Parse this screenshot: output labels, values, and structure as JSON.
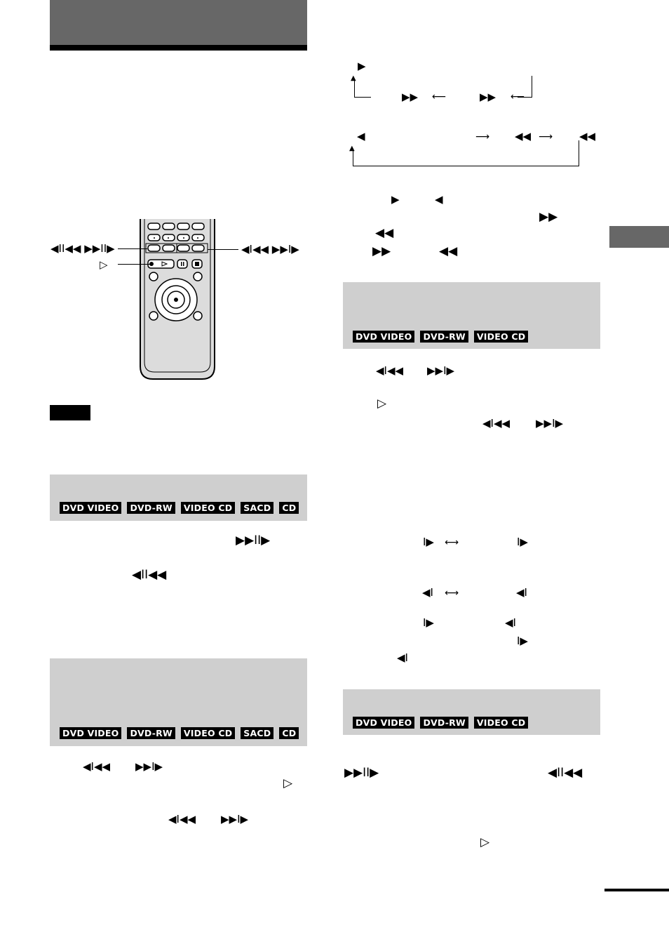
{
  "badges": {
    "box_play_speed": [
      "DVD VIDEO",
      "DVD-RW",
      "VIDEO CD",
      "SACD",
      "CD"
    ],
    "box_replay": [
      "DVD VIDEO",
      "DVD-RW",
      "VIDEO CD",
      "SACD",
      "CD"
    ],
    "box_slow": [
      "DVD VIDEO",
      "DVD-RW",
      "VIDEO CD"
    ],
    "box_frame": [
      "DVD VIDEO",
      "DVD-RW",
      "VIDEO CD"
    ]
  },
  "remote": {
    "left_callout_symbol": "◀II◀◀  ▶▶II▶",
    "play_callout_symbol": "▷",
    "right_callout_symbol": "◀I◀◀  ▶▶I▶"
  },
  "labels": {
    "note_badge": ""
  }
}
